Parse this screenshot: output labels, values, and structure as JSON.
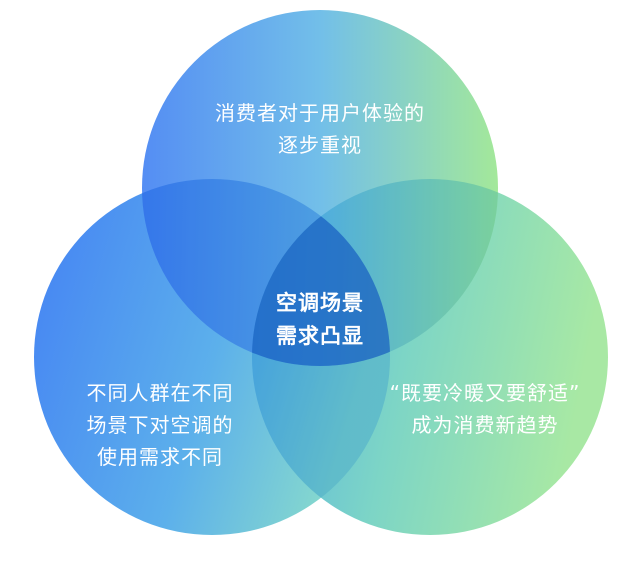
{
  "top_circle": {
    "line1": "消费者对于用户体验的",
    "line2": "逐步重视"
  },
  "left_circle": {
    "line1": "不同人群在不同",
    "line2": "场景下对空调的",
    "line3": "使用需求不同"
  },
  "right_circle": {
    "line1": "“既要冷暖又要舒适”",
    "line2": "成为消费新趋势"
  },
  "center": {
    "line1": "空调场景",
    "line2": "需求凸显"
  },
  "colors": {
    "top_gradient": [
      "#3b7bf0",
      "#8fe08c"
    ],
    "left_gradient": [
      "#3477f2",
      "#6fd1d2"
    ],
    "right_gradient": [
      "#45b3e3",
      "#8fe39a"
    ],
    "center_overlap": "#1f63c9",
    "text": "#ffffff"
  }
}
